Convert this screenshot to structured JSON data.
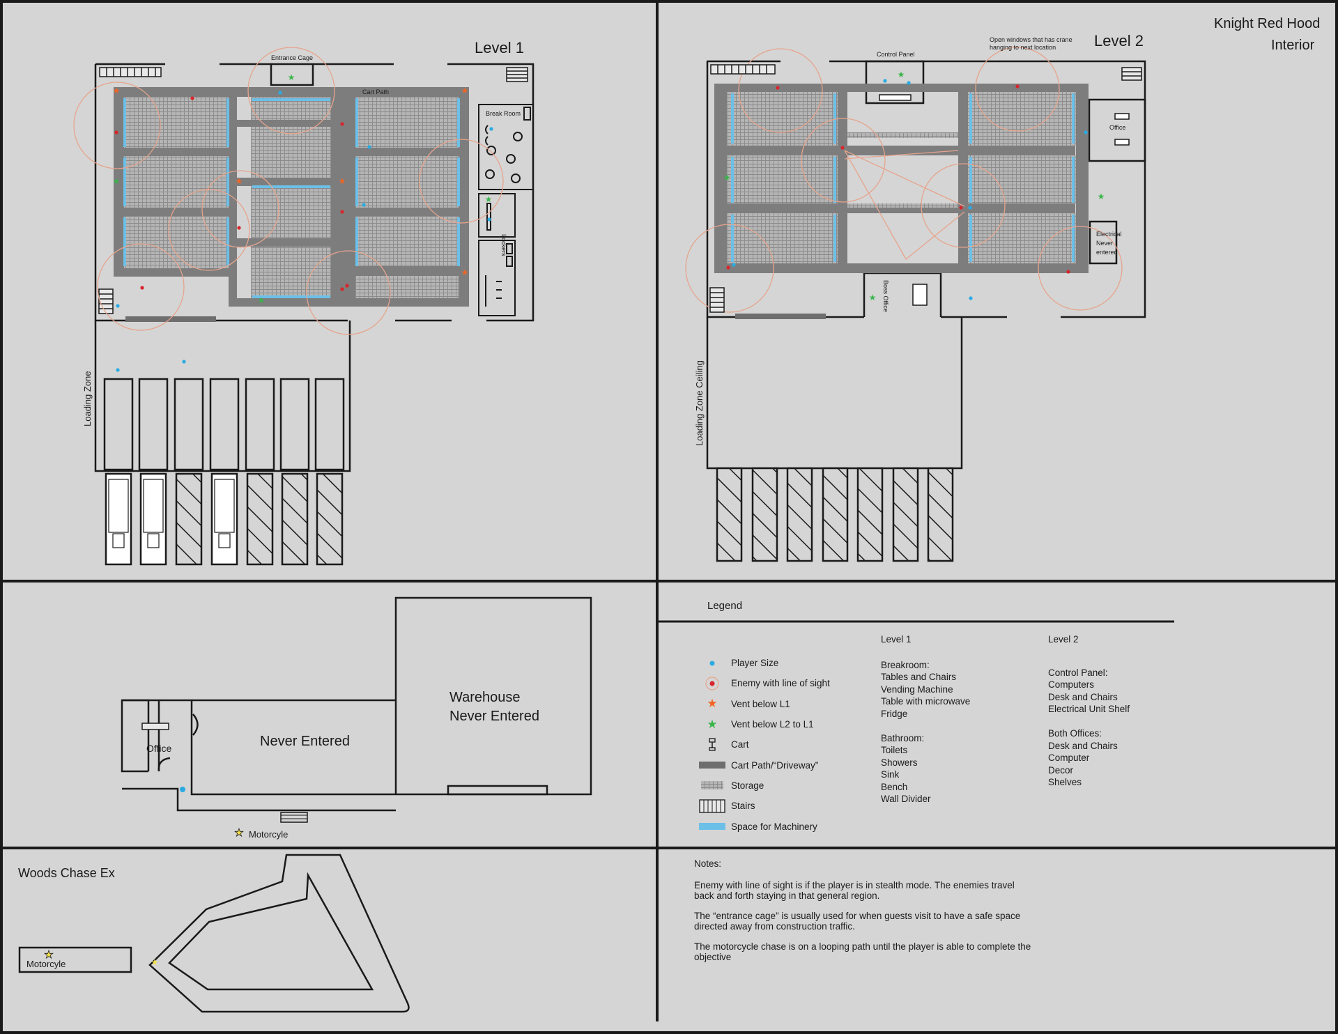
{
  "title": {
    "line1": "Knight Red Hood",
    "line2": "Interior"
  },
  "level1": {
    "heading": "Level 1",
    "entrance_cage": "Entrance Cage",
    "cart_path": "Cart Path",
    "break_room": "Break Room",
    "lockers": "Lockers",
    "loading_zone": "Loading Zone"
  },
  "level2": {
    "heading": "Level 2",
    "control_panel": "Control Panel",
    "window_note": [
      "Open windows that has crane",
      "hanging to next location"
    ],
    "office": "Office",
    "electrical": [
      "Electrical",
      "Never",
      "entered"
    ],
    "boss_office": "Boss Office",
    "loading_zone_ceiling": "Loading Zone Ceiling"
  },
  "exterior": {
    "office": "Office",
    "never_entered": "Never Entered",
    "warehouse": [
      "Warehouse",
      "Never Entered"
    ],
    "motorcycle": "Motorcyle"
  },
  "woods": {
    "title": "Woods Chase Ex",
    "motorcycle": "Motorcyle"
  },
  "legend": {
    "heading": "Legend",
    "items": [
      {
        "label": "Player Size",
        "icon": "player-dot-icon"
      },
      {
        "label": "Enemy with line of sight",
        "icon": "enemy-dot-icon"
      },
      {
        "label": "Vent below L1",
        "icon": "orange-star-icon"
      },
      {
        "label": "Vent below L2 to L1",
        "icon": "green-star-icon"
      },
      {
        "label": "Cart",
        "icon": "cart-icon"
      },
      {
        "label": "Cart Path/“Driveway”",
        "icon": "cart-path-icon"
      },
      {
        "label": "Storage",
        "icon": "storage-icon"
      },
      {
        "label": "Stairs",
        "icon": "stairs-icon"
      },
      {
        "label": "Space for Machinery",
        "icon": "machinery-icon"
      }
    ],
    "level1_col": {
      "heading": "Level 1",
      "breakroom": [
        "Breakroom:",
        "Tables and Chairs",
        "Vending Machine",
        "Table with microwave",
        "Fridge"
      ],
      "bathroom": [
        "Bathroom:",
        "Toilets",
        "Showers",
        "Sink",
        "Bench",
        "Wall Divider"
      ]
    },
    "level2_col": {
      "heading": "Level 2",
      "control": [
        "Control Panel:",
        "Computers",
        "Desk and Chairs",
        "Electrical Unit Shelf"
      ],
      "offices": [
        "Both Offices:",
        "Desk and Chairs",
        "Computer",
        "Decor",
        "Shelves"
      ]
    }
  },
  "notes": {
    "heading": "Notes:",
    "paragraphs": [
      "Enemy with line of sight is if the player is in stealth mode. The enemies travel back and forth staying in that general region.",
      "The “entrance cage” is usually used for when guests visit to have a safe space directed away from construction traffic.",
      "The motorcycle chase is on a looping path until the player is able to complete the objective"
    ]
  },
  "colors": {
    "background": "#d5d5d5",
    "line": "#1a1a1a",
    "path_gray": "#7d7d7e",
    "storage_gray": "#a9a9a9",
    "machinery_blue": "#6cc0e8",
    "player_blue": "#29abe2",
    "enemy_red": "#d7262b",
    "vent_orange": "#f26522",
    "vent_green": "#39b54a",
    "sight_circle": "#e6a48c",
    "star_yellow": "#f4e04d"
  }
}
